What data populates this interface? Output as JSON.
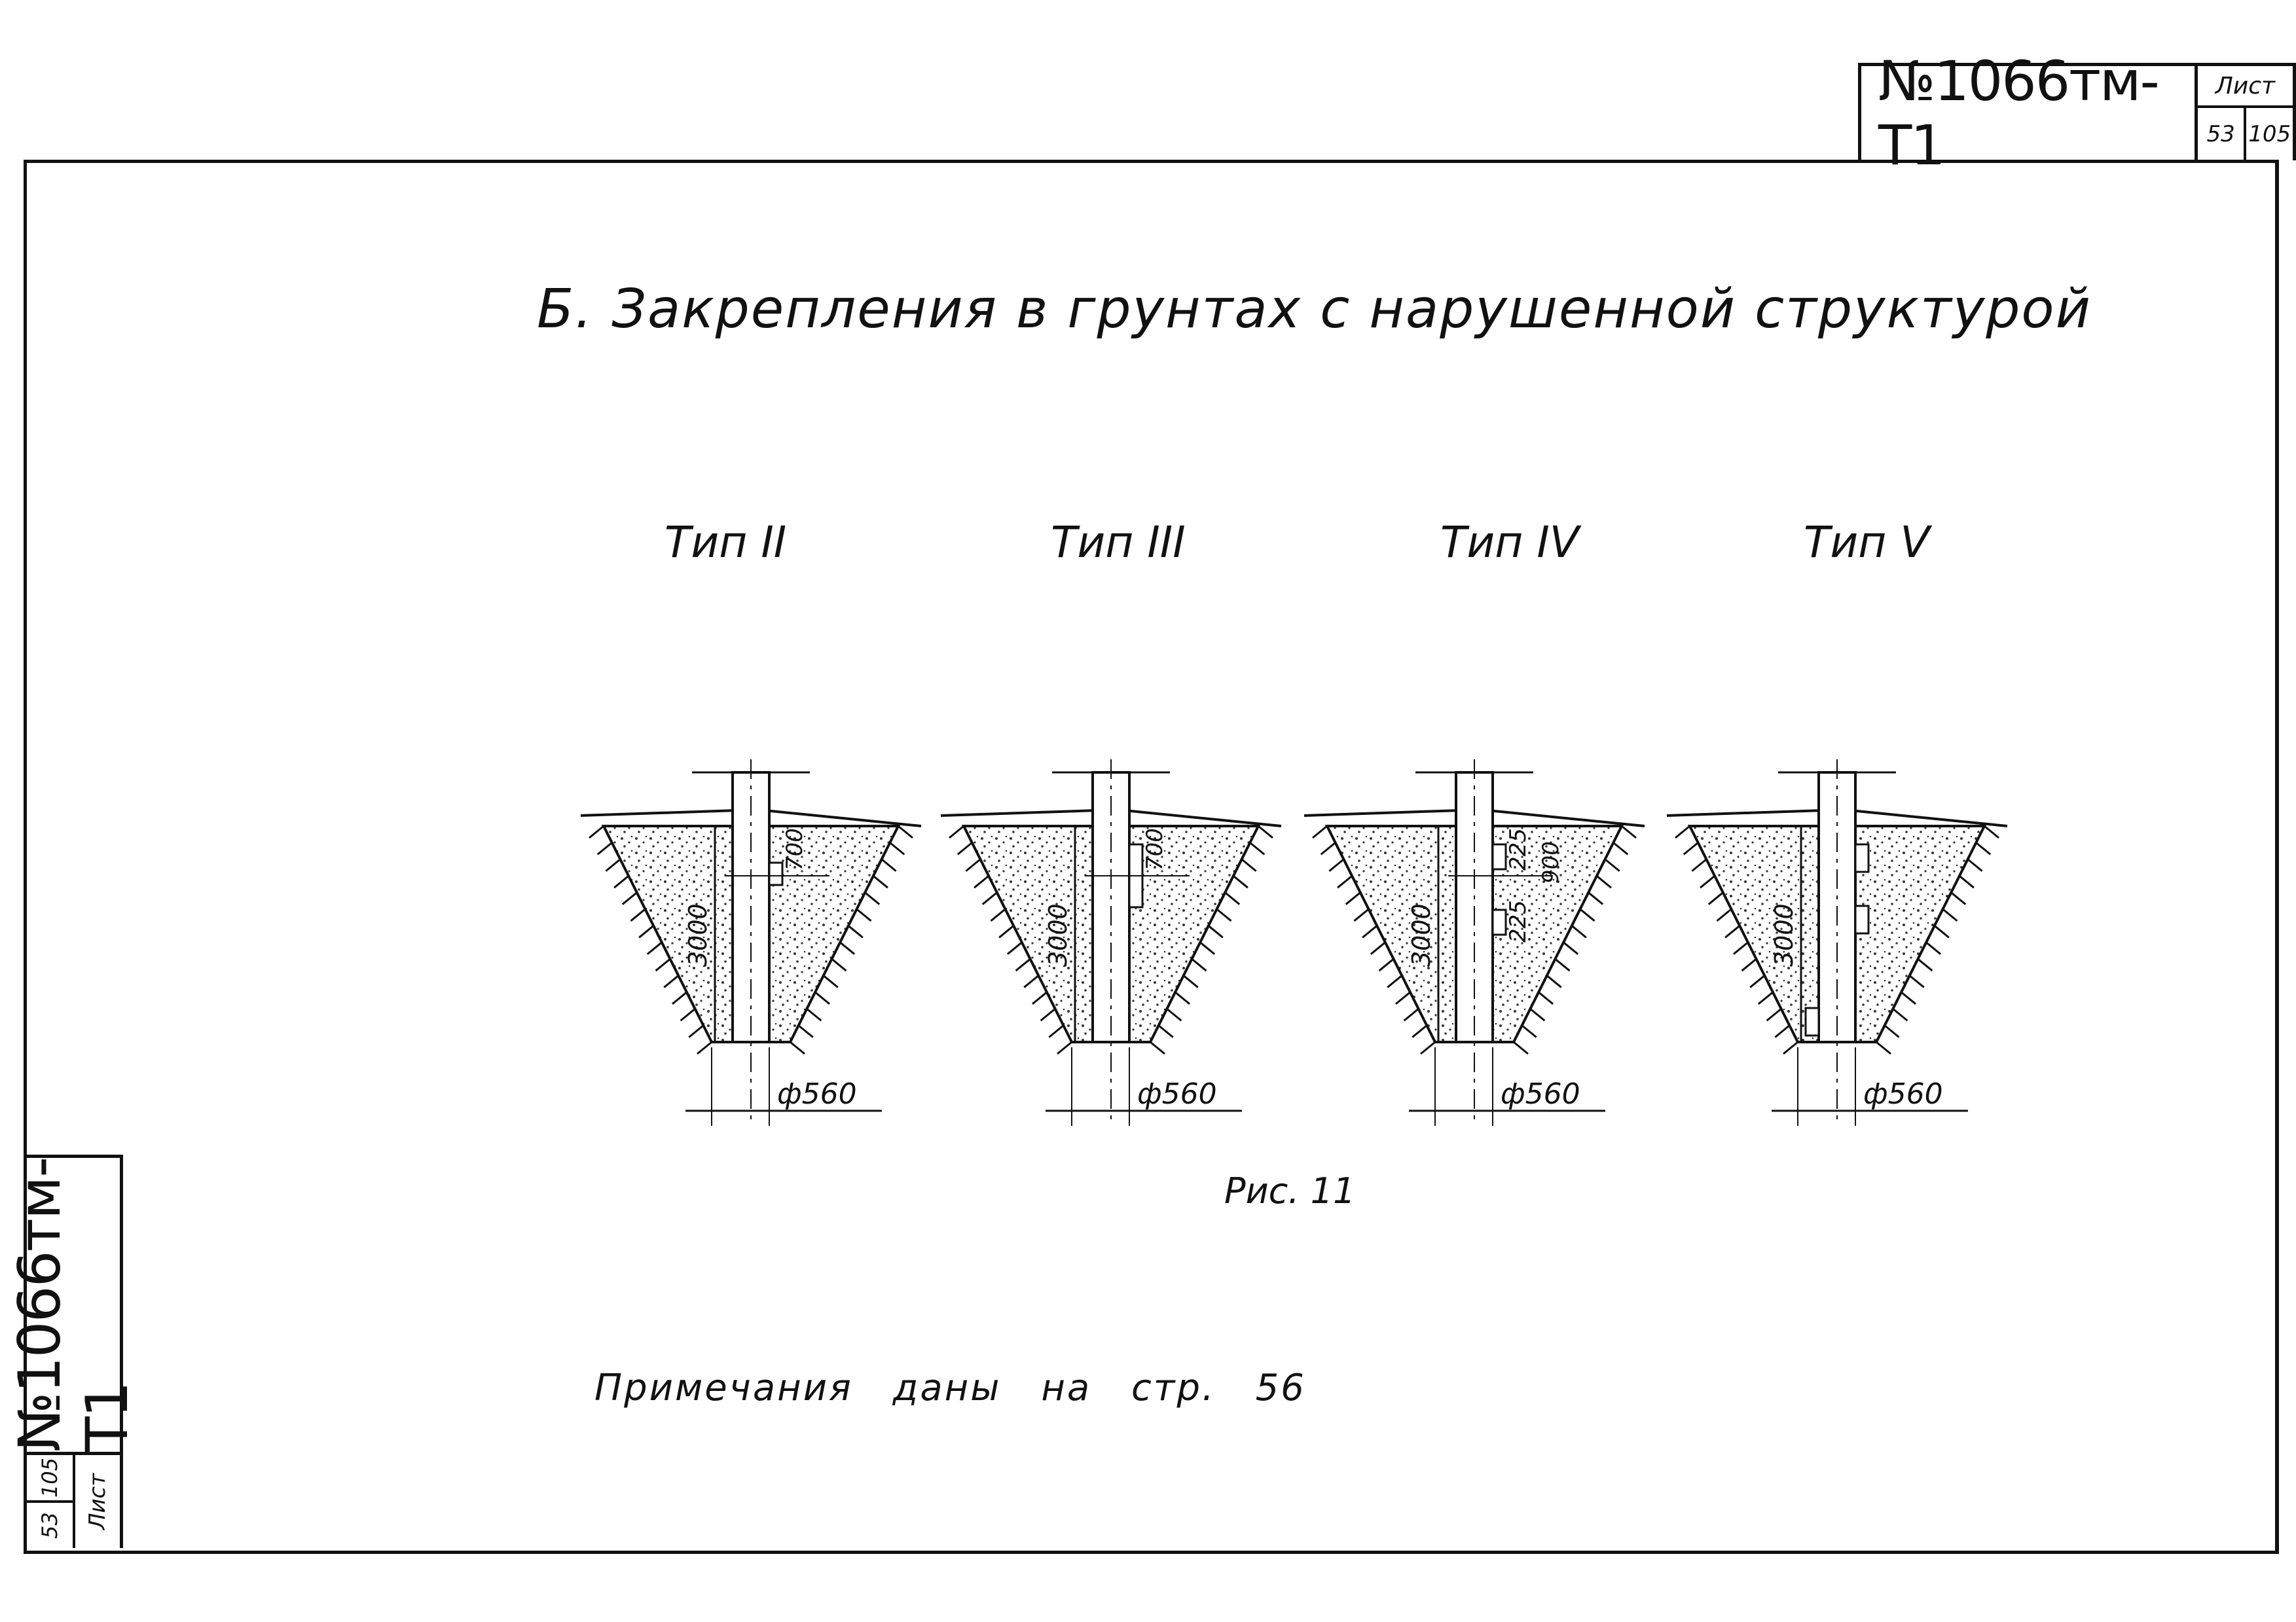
{
  "stamp": {
    "code": "№1066тм-Т1",
    "sheet_label": "Лист",
    "sheet_number": "53",
    "sheet_total": "105"
  },
  "heading": "Б. Закрепления в грунтах с нарушенной структурой",
  "types": [
    {
      "label": "Тип II",
      "depth": "3000",
      "anchor_depths": [
        "700"
      ],
      "diameter": "ф560"
    },
    {
      "label": "Тип III",
      "depth": "3000",
      "anchor_depths": [
        "700"
      ],
      "diameter": "ф560"
    },
    {
      "label": "Тип IV",
      "depth": "3000",
      "anchor_depths": [
        "225",
        "900",
        "225"
      ],
      "diameter": "ф560"
    },
    {
      "label": "Тип V",
      "depth": "3000",
      "anchor_depths": [],
      "diameter": "ф560"
    }
  ],
  "figure_caption": "Рис. 11",
  "notes": "Примечания даны на стр. 56"
}
